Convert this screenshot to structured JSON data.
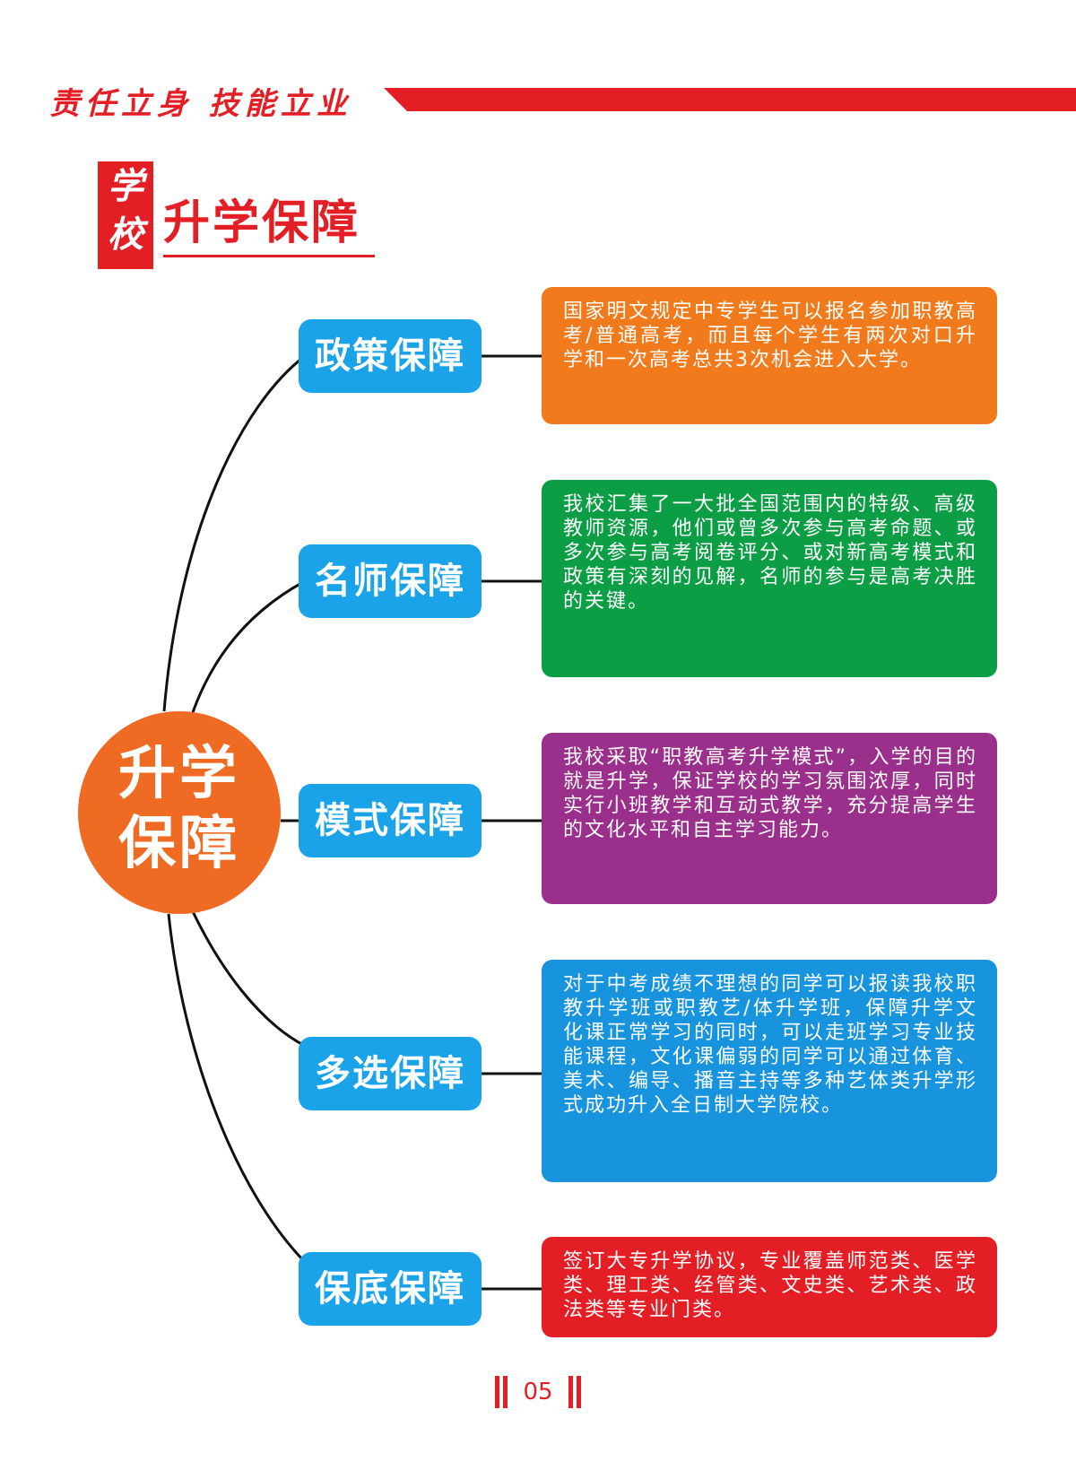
{
  "header": {
    "slogan": "责任立身 技能立业"
  },
  "section": {
    "tag_char_1": "学",
    "tag_char_2": "校",
    "title": "升学保障"
  },
  "hub": {
    "line1": "升学",
    "line2": "保障"
  },
  "items": [
    {
      "label": "政策保障",
      "text": "国家明文规定中专学生可以报名参加职教高考/普通高考，而且每个学生有两次对口升学和一次高考总共3次机会进入大学。",
      "color": "#f07a1c"
    },
    {
      "label": "名师保障",
      "text": "我校汇集了一大批全国范围内的特级、高级教师资源，他们或曾多次参与高考命题、或多次参与高考阅卷评分、或对新高考模式和政策有深刻的见解，名师的参与是高考决胜的关键。",
      "color": "#0c9e44"
    },
    {
      "label": "模式保障",
      "text": "我校采取“职教高考升学模式”，入学的目的就是升学，保证学校的学习氛围浓厚，同时实行小班教学和互动式教学，充分提高学生的文化水平和自主学习能力。",
      "color": "#9b2f8c"
    },
    {
      "label": "多选保障",
      "text": "对于中考成绩不理想的同学可以报读我校职教升学班或职教艺/体升学班，保障升学文化课正常学习的同时，可以走班学习专业技能课程，文化课偏弱的同学可以通过体育、美术、编导、播音主持等多种艺体类升学形式成功升入全日制大学院校。",
      "color": "#1893dd"
    },
    {
      "label": "保底保障",
      "text": "签订大专升学协议，专业覆盖师范类、医学类、理工类、经管类、文史类、艺术类、政法类等专业门类。",
      "color": "#e41e25"
    }
  ],
  "footer": {
    "page_number": "05"
  },
  "colors": {
    "brand_red": "#e41e25",
    "hub_orange": "#ef6a22",
    "pill_blue": "#1aa3e8"
  }
}
